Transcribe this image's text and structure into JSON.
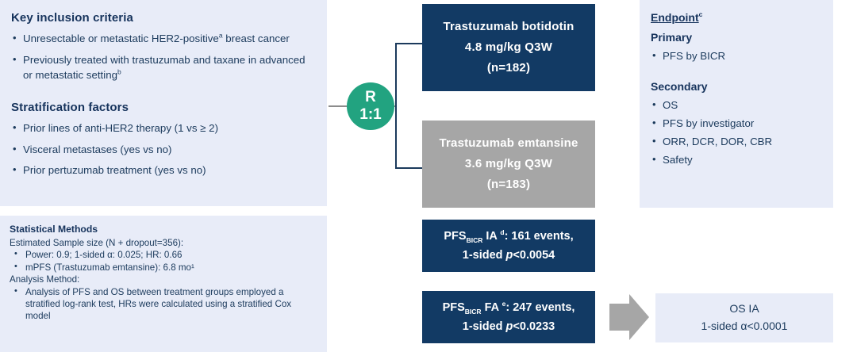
{
  "inclusion": {
    "title": "Key inclusion criteria",
    "items": [
      {
        "text": "Unresectable or metastatic HER2-positive",
        "sup": "a",
        "tail": " breast cancer"
      },
      {
        "text": "Previously treated with trastuzumab and taxane in advanced or metastatic setting",
        "sup": "b",
        "tail": ""
      }
    ]
  },
  "stratification": {
    "title": "Stratification factors",
    "items": [
      "Prior lines of anti-HER2 therapy (1 vs ≥ 2)",
      "Visceral metastases (yes vs no)",
      "Prior pertuzumab treatment (yes vs no)"
    ]
  },
  "statistical": {
    "title": "Statistical Methods",
    "sample_line": "Estimated Sample size (N + dropout=356):",
    "sample_items": [
      "Power: 0.9; 1-sided α: 0.025; HR: 0.66",
      "mPFS (Trastuzumab emtansine): 6.8 mo¹"
    ],
    "analysis_line": "Analysis Method:",
    "analysis_items": [
      "Analysis of PFS and OS between treatment groups employed a stratified log-rank test, HRs were calculated using a stratified Cox model"
    ]
  },
  "randomization": {
    "letter": "R",
    "ratio": "1:1"
  },
  "arms": [
    {
      "name": "Trastuzumab botidotin",
      "dose": "4.8 mg/kg  Q3W",
      "n": "(n=182)",
      "color": "#123a64"
    },
    {
      "name": "Trastuzumab emtansine",
      "dose": "3.6 mg/kg  Q3W",
      "n": "(n=183)",
      "color": "#a6a6a6"
    }
  ],
  "analyses": [
    {
      "label": "PFS",
      "sub": "BICR",
      "kind": " IA ",
      "sup": "d",
      "events": ": 161 events,",
      "pline_pre": "1-sided ",
      "p": "p",
      "pline_post": "<0.0054"
    },
    {
      "label": "PFS",
      "sub": "BICR",
      "kind": " FA ",
      "sup": "e",
      "events": ": 247 events,",
      "pline_pre": "1-sided ",
      "p": "p",
      "pline_post": "<0.0233"
    }
  ],
  "endpoint": {
    "heading": "Endpoint",
    "heading_sup": "c",
    "primary_title": "Primary",
    "primary_items": [
      "PFS by BICR"
    ],
    "secondary_title": "Secondary",
    "secondary_items": [
      "OS",
      "PFS by investigator",
      "ORR, DCR, DOR, CBR",
      "Safety"
    ]
  },
  "os_ia": {
    "title": "OS IA",
    "alpha": "1-sided α<0.0001"
  },
  "colors": {
    "panel_bg": "#e8ecf8",
    "navy": "#123a64",
    "gray": "#a6a6a6",
    "green": "#22a380",
    "text": "#1b3a5c"
  }
}
